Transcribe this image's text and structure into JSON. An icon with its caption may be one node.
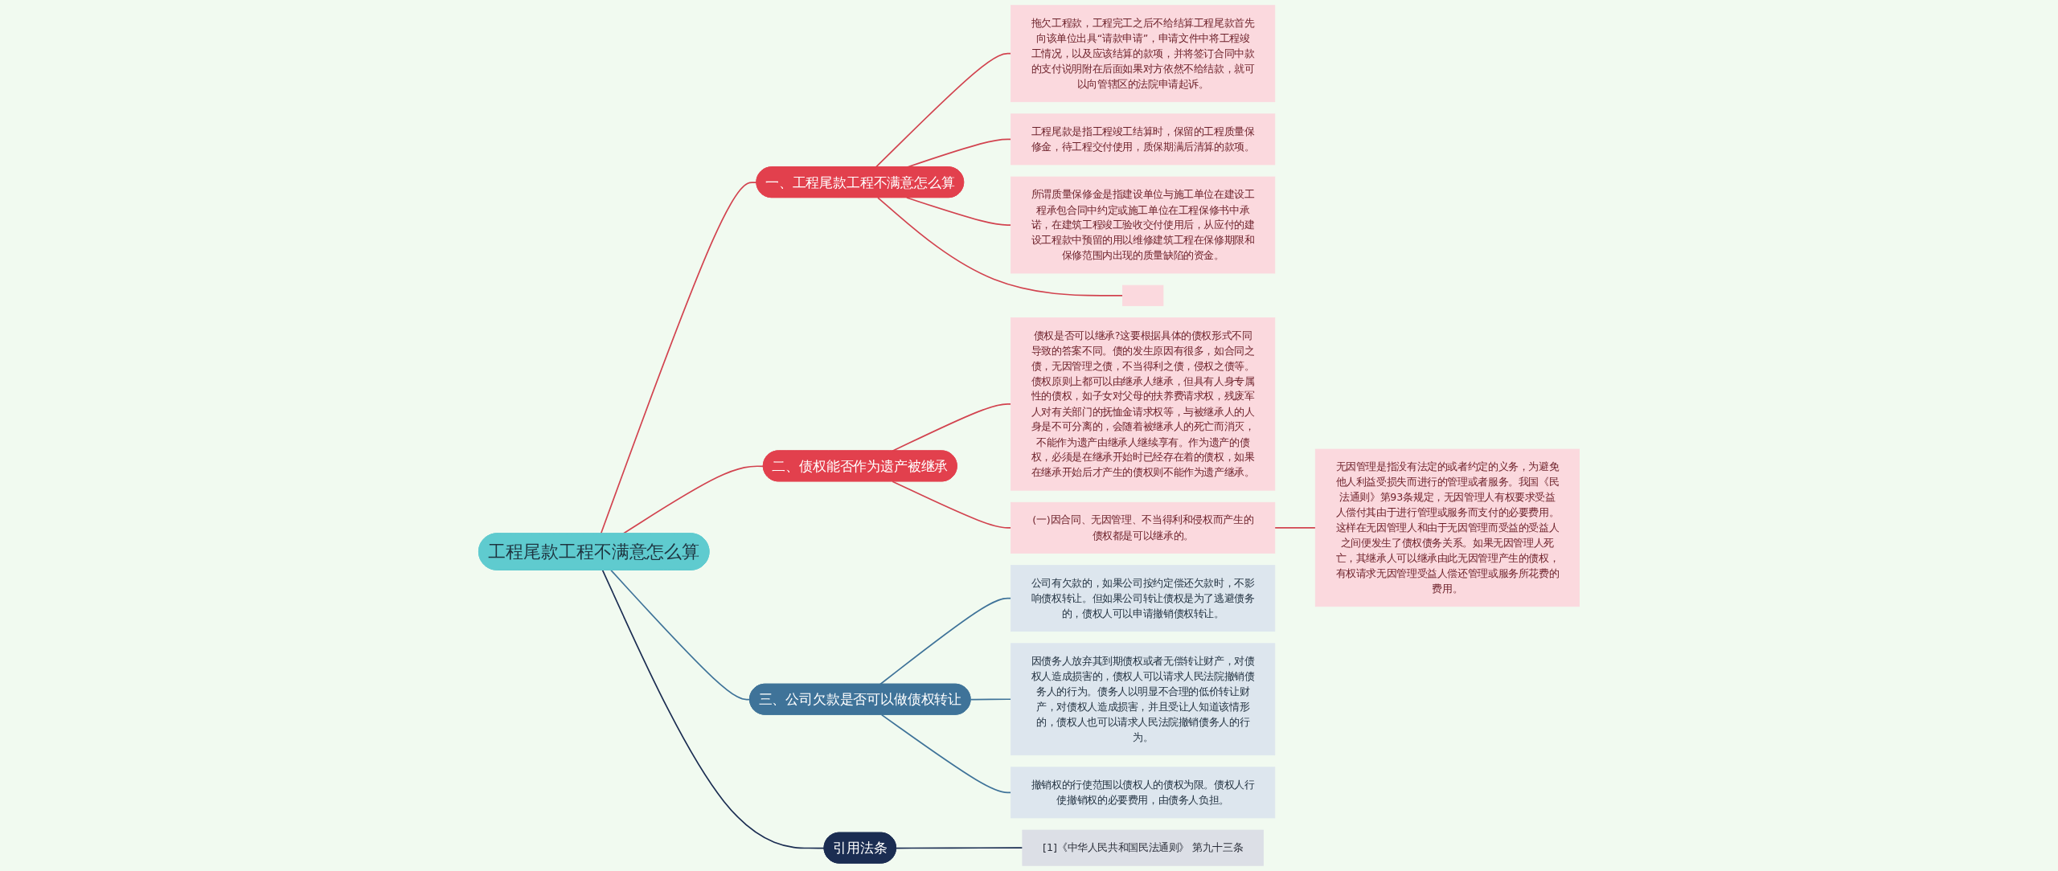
{
  "diagram": {
    "nodes": [
      {
        "text": [
          "工程尾款工程不满意怎么算"
        ]
      },
      {
        "text": [
          "一、工程尾款工程不满意怎么算"
        ]
      },
      {
        "text": [
          "拖欠工程款，工程完工之后不给结算工程尾款首先向该单位出具“请款申请”，申请文件中将工程竣工情况，以及应该结算的款项，并将签订合同中款的支付说明附在后面如果对方依然不给结款，就可以向管辖区的法院申请起诉。"
        ]
      },
      {
        "text": [
          "工程尾款是指工程竣工结算时，保留的工程质量保修金，待工程交付使用，质保期满后清算的款项。"
        ]
      },
      {
        "text": [
          "所谓质量保修金是指建设单位与施工单位在建设工程承包合同中约定或施工单位在工程保修书中承诺，在建筑工程竣工验收交付使用后，从应付的建设工程款中预留的用以维修建筑工程在保修期限和保修范围内出现的质量缺陷的资金。"
        ]
      },
      {
        "text": [],
        "shape": "box"
      },
      {
        "text": [
          "二、债权能否作为遗产被继承"
        ]
      },
      {
        "text": [
          "债权是否可以继承?这要根据具体的债权形式不同导致的答案不同。债的发生原因有很多，如合同之债，无因管理之债，不当得利之债，侵权之债等。债权原则上都可以由继承人继承，但具有人身专属性的债权，如子女对父母的扶养费请求权，残废军人对有关部门的抚恤金请求权等，与被继承人的人身是不可分离的，会随着被继承人的死亡而消灭，不能作为遗产由继承人继续享有。作为遗产的债权，必须是在继承开始时已经存在着的债权，如果在继承开始后才产生的债权则不能作为遗产继承。"
        ]
      },
      {
        "text": [
          "(一)因合同、无因管理、不当得利和侵权而产生的债权都是可以继承的。"
        ]
      },
      {
        "text": [
          "无因管理是指没有法定的或者约定的义务，为避免他人利益受损失而进行的管理或者服务。我国《民法通则》第93条规定，无因管理人有权要求受益人偿付其由于进行管理或服务而支付的必要费用。这样在无因管理人和由于无因管理而受益的受益人之间便发生了债权债务关系。如果无因管理人死亡，其继承人可以继承由此无因管理产生的债权，有权请求无因管理受益人偿还管理或服务所花费的费用。"
        ]
      },
      {
        "text": [
          "三、公司欠款是否可以做债权转让"
        ]
      },
      {
        "text": [
          "公司有欠款的，如果公司按约定偿还欠款时，不影响债权转让。但如果公司转让债权是为了逃避债务的，债权人可以申请撤销债权转让。"
        ]
      },
      {
        "text": [
          "因债务人放弃其到期债权或者无偿转让财产，对债权人造成损害的，债权人可以请求人民法院撤销债务人的行为。债务人以明显不合理的低价转让财产，对债权人造成损害，并且受让人知道该情形的，债权人也可以请求人民法院撤销债务人的行为。"
        ]
      },
      {
        "text": [
          "撤销权的行使范围以债权人的债权为限。债权人行使撤销权的必要费用，由债务人负担。"
        ]
      },
      {
        "text": [
          "引用法条"
        ]
      },
      {
        "text": [
          "[1]《中华人民共和国民法通则》 第九十三条"
        ]
      }
    ],
    "edges": [
      {
        "from": 0,
        "to": 1,
        "arrow": "none"
      },
      {
        "from": 1,
        "to": 2,
        "arrow": "none"
      },
      {
        "from": 1,
        "to": 3,
        "arrow": "none"
      },
      {
        "from": 1,
        "to": 4,
        "arrow": "none"
      },
      {
        "from": 1,
        "to": 5,
        "arrow": "none"
      },
      {
        "from": 0,
        "to": 6,
        "arrow": "none"
      },
      {
        "from": 6,
        "to": 7,
        "arrow": "none"
      },
      {
        "from": 6,
        "to": 8,
        "arrow": "none"
      },
      {
        "from": 8,
        "to": 9,
        "arrow": "none"
      },
      {
        "from": 0,
        "to": 10,
        "arrow": "none",
        "color": "#3f7399"
      },
      {
        "from": 10,
        "to": 11,
        "arrow": "none",
        "color": "#3f7399"
      },
      {
        "from": 10,
        "to": 12,
        "arrow": "none",
        "color": "#3f7399"
      },
      {
        "from": 10,
        "to": 13,
        "arrow": "none",
        "color": "#3f7399"
      },
      {
        "from": 0,
        "to": 14,
        "arrow": "none",
        "color": "#1b2d52"
      },
      {
        "from": 14,
        "to": 15,
        "arrow": "none",
        "color": "#1b2d52"
      }
    ]
  }
}
